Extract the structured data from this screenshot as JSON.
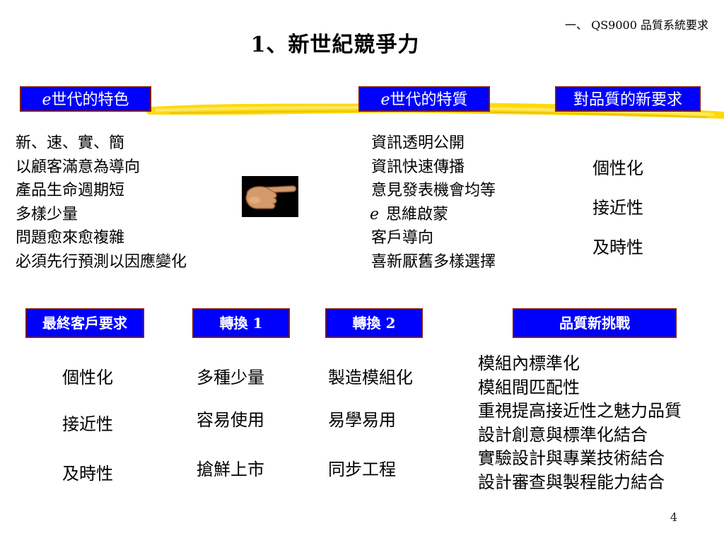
{
  "header": {
    "section": "一、 QS9000 品質系統要求",
    "title": "1、新世紀競爭力",
    "page_number": "4"
  },
  "top_labels": {
    "e_generation_features": {
      "prefix": "e",
      "text": "世代的特色"
    },
    "e_generation_traits": {
      "prefix": "e",
      "text": "世代的特質"
    },
    "new_quality_requirements": "對品質的新要求"
  },
  "features_list": [
    "新、速、實、簡",
    "以顧客滿意為導向",
    "產品生命週期短",
    "多樣少量",
    "問題愈來愈複雜",
    "必須先行預測以因應變化"
  ],
  "traits_list": [
    {
      "prefix": "",
      "text": "資訊透明公開"
    },
    {
      "prefix": "",
      "text": "資訊快速傳播"
    },
    {
      "prefix": "",
      "text": "意見發表機會均等"
    },
    {
      "prefix": "e",
      "text": "思維啟蒙"
    },
    {
      "prefix": "",
      "text": "客戶導向"
    },
    {
      "prefix": "",
      "text": "喜新厭舊多樣選擇"
    }
  ],
  "requirements_list": [
    "個性化",
    "接近性",
    "及時性"
  ],
  "bottom_labels": {
    "final_customer": "最終客戶要求",
    "transform1": "轉換 1",
    "transform2": "轉換 2",
    "quality_challenge": "品質新挑戰"
  },
  "customer_list": [
    "個性化",
    "接近性",
    "及時性"
  ],
  "transform1_list": [
    "多種少量",
    "容易使用",
    "搶鮮上市"
  ],
  "transform2_list": [
    "製造模組化",
    "易學易用",
    "同步工程"
  ],
  "challenge_list": [
    "模組內標準化",
    "模組間匹配性",
    "重視提高接近性之魅力品質",
    "設計創意與標準化結合",
    "實驗設計與專業技術結合",
    "設計審查與製程能力結合"
  ],
  "colors": {
    "label_bg": "#0000ff",
    "label_text": "#ffffff",
    "label_border": "#7a1a1a",
    "highlight_stroke": "#ffd700"
  },
  "icons": [
    "pointing-hand-icon"
  ]
}
